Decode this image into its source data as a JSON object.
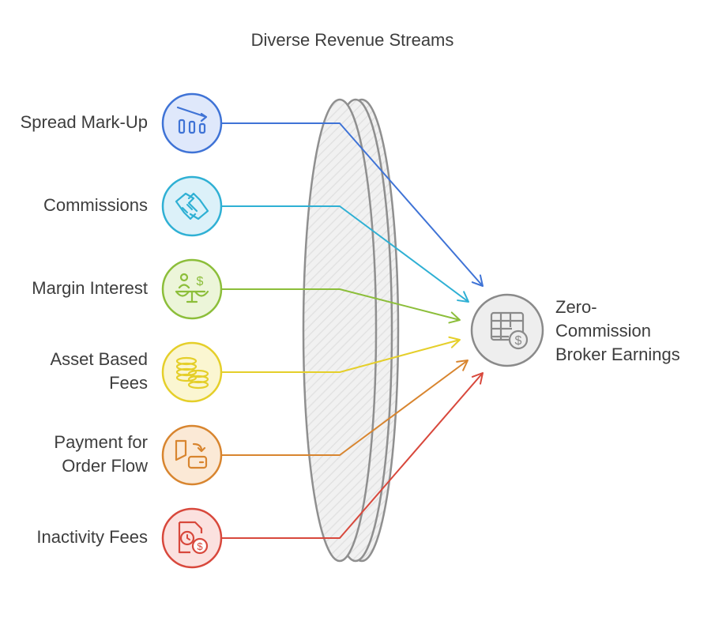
{
  "title": "Diverse Revenue Streams",
  "streams": [
    {
      "label": "Spread Mark-Up",
      "color": "#3f73d6",
      "fill": "#dfe8fb",
      "icon": "bar-chart-trend-icon"
    },
    {
      "label": "Commissions",
      "color": "#2fb0d4",
      "fill": "#dcf1f9",
      "icon": "handshake-icon"
    },
    {
      "label": "Margin Interest",
      "color": "#8cbe3a",
      "fill": "#ecf5d9",
      "icon": "person-balance-dollar-icon"
    },
    {
      "label": "Asset Based Fees",
      "label_lines": [
        "Asset Based",
        "Fees"
      ],
      "color": "#e5cf2a",
      "fill": "#fbf6d1",
      "icon": "coin-stack-icon"
    },
    {
      "label": "Payment for Order Flow",
      "label_lines": [
        "Payment for",
        "Order Flow"
      ],
      "color": "#d8852f",
      "fill": "#fbe9d6",
      "icon": "wallet-transfer-icon"
    },
    {
      "label": "Inactivity Fees",
      "color": "#d8483c",
      "fill": "#fbe1df",
      "icon": "clock-dollar-document-icon"
    }
  ],
  "target": {
    "label_lines": [
      "Zero-",
      "Commission",
      "Broker Earnings"
    ],
    "color": "#8a8a8a",
    "fill": "#eeeeee",
    "icon": "spreadsheet-dollar-icon"
  }
}
